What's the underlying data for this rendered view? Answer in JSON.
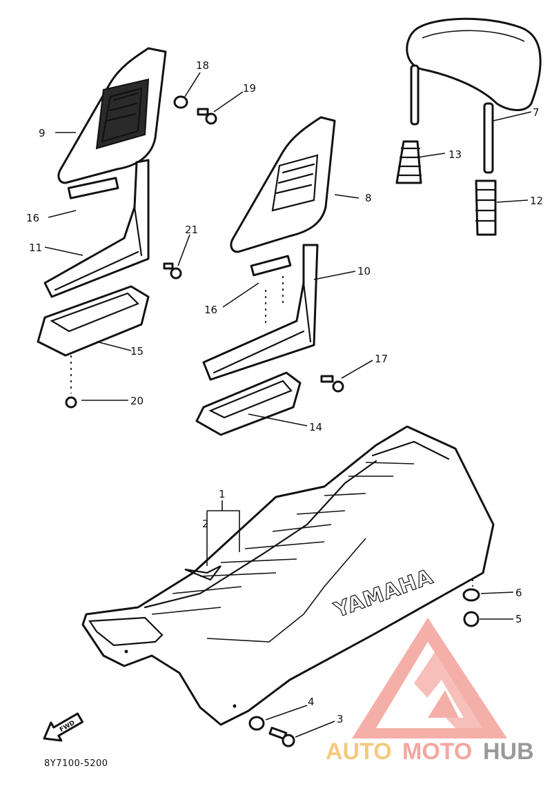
{
  "callouts": [
    {
      "num": "1"
    },
    {
      "num": "2"
    },
    {
      "num": "3"
    },
    {
      "num": "4"
    },
    {
      "num": "5"
    },
    {
      "num": "6"
    },
    {
      "num": "7"
    },
    {
      "num": "8"
    },
    {
      "num": "9"
    },
    {
      "num": "10"
    },
    {
      "num": "11"
    },
    {
      "num": "12"
    },
    {
      "num": "13"
    },
    {
      "num": "14"
    },
    {
      "num": "15"
    },
    {
      "num": "16"
    },
    {
      "num": "16"
    },
    {
      "num": "17"
    },
    {
      "num": "18"
    },
    {
      "num": "19"
    },
    {
      "num": "20"
    },
    {
      "num": "21"
    }
  ],
  "seat_logo": "YAMAHA",
  "forward_arrow": "FWD",
  "diagram_code": "8Y7100-5200",
  "watermark": {
    "auto": "AUTO",
    "moto": "MOTO",
    "hub": "HUB",
    "colors": {
      "auto": "#f5c97e",
      "moto": "#f4a7a0",
      "hub": "#9a9a9a",
      "logo": "#f19a92"
    }
  },
  "colors": {
    "ink": "#111111",
    "paper": "#ffffff"
  }
}
